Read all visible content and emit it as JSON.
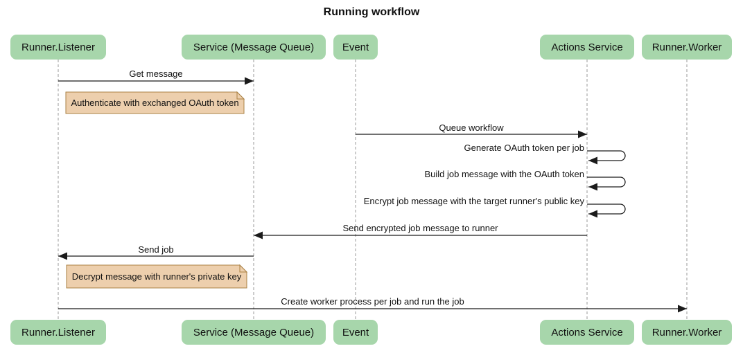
{
  "title": "Running workflow",
  "participants": [
    {
      "id": "runner-listener",
      "label": "Runner.Listener"
    },
    {
      "id": "service-message-queue",
      "label": "Service (Message Queue)"
    },
    {
      "id": "event",
      "label": "Event"
    },
    {
      "id": "actions-service",
      "label": "Actions Service"
    },
    {
      "id": "runner-worker",
      "label": "Runner.Worker"
    }
  ],
  "messages": [
    {
      "from": "Runner.Listener",
      "to": "Service (Message Queue)",
      "label": "Get message",
      "type": "solid-arrow"
    },
    {
      "from": "Event",
      "to": "Actions Service",
      "label": "Queue workflow",
      "type": "solid-arrow"
    },
    {
      "from": "Actions Service",
      "to": "Actions Service",
      "label": "Generate OAuth token per job",
      "type": "self-loop"
    },
    {
      "from": "Actions Service",
      "to": "Actions Service",
      "label": "Build job message with the OAuth token",
      "type": "self-loop"
    },
    {
      "from": "Actions Service",
      "to": "Actions Service",
      "label": "Encrypt job message with the target runner's public key",
      "type": "self-loop"
    },
    {
      "from": "Actions Service",
      "to": "Service (Message Queue)",
      "label": "Send encrypted job message to runner",
      "type": "solid-arrow"
    },
    {
      "from": "Service (Message Queue)",
      "to": "Runner.Listener",
      "label": "Send job",
      "type": "solid-arrow"
    },
    {
      "from": "Runner.Listener",
      "to": "Runner.Worker",
      "label": "Create worker process per job and run the job",
      "type": "solid-arrow"
    }
  ],
  "notes": [
    {
      "attached_to": "Runner.Listener",
      "label": "Authenticate with exchanged OAuth token"
    },
    {
      "attached_to": "Runner.Listener",
      "label": "Decrypt message with runner's private key"
    }
  ],
  "colors": {
    "participant_fill": "#a7d6ab",
    "note_fill": "#edcfad",
    "note_border": "#aa8144",
    "lifeline": "#9a9a9a",
    "arrow": "#1b1b1b"
  }
}
